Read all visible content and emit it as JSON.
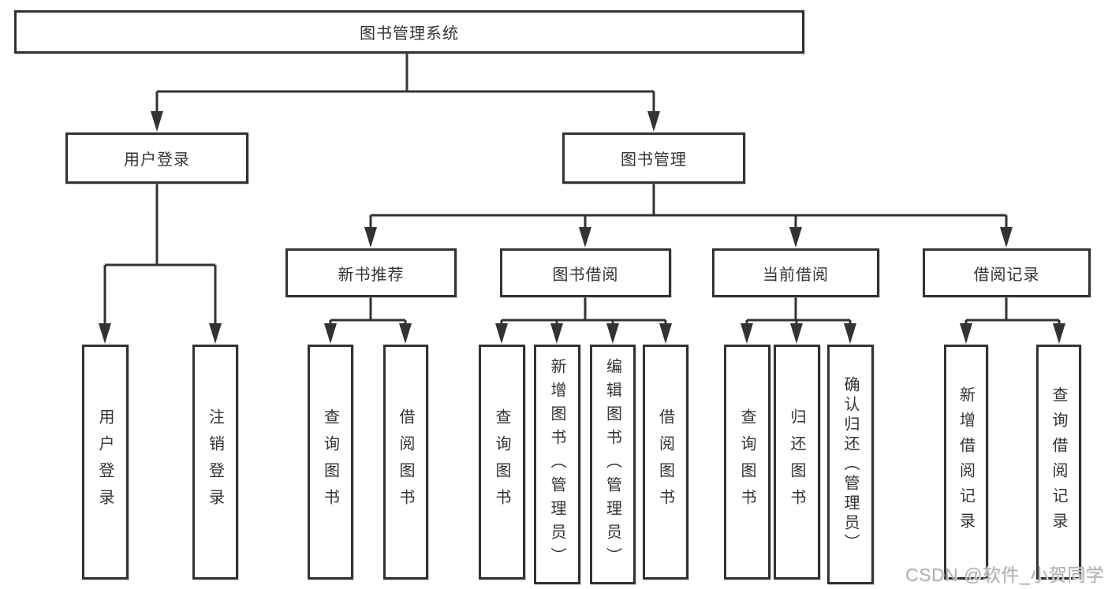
{
  "diagram_type": "hierarchy-tree",
  "tree": {
    "label": "图书管理系统",
    "children": [
      {
        "label": "用户登录",
        "children": [
          {
            "label": "用户登录"
          },
          {
            "label": "注销登录"
          }
        ]
      },
      {
        "label": "图书管理",
        "children": [
          {
            "label": "新书推荐",
            "children": [
              {
                "label": "查询图书"
              },
              {
                "label": "借阅图书"
              }
            ]
          },
          {
            "label": "图书借阅",
            "children": [
              {
                "label": "查询图书"
              },
              {
                "label": "新增图书（管理员）"
              },
              {
                "label": "编辑图书（管理员）"
              },
              {
                "label": "借阅图书"
              }
            ]
          },
          {
            "label": "当前借阅",
            "children": [
              {
                "label": "查询图书"
              },
              {
                "label": "归还图书"
              },
              {
                "label": "确认归还（管理员）"
              }
            ]
          },
          {
            "label": "借阅记录",
            "children": [
              {
                "label": "新增借阅记录"
              },
              {
                "label": "查询借阅记录"
              }
            ]
          }
        ]
      }
    ]
  },
  "watermark": {
    "text": "CSDN @软件_小贺同学"
  },
  "colors": {
    "line": "#333333",
    "box_border": "#333333",
    "text": "#333333",
    "background": "#ffffff",
    "watermark": "#b1b1b1"
  }
}
